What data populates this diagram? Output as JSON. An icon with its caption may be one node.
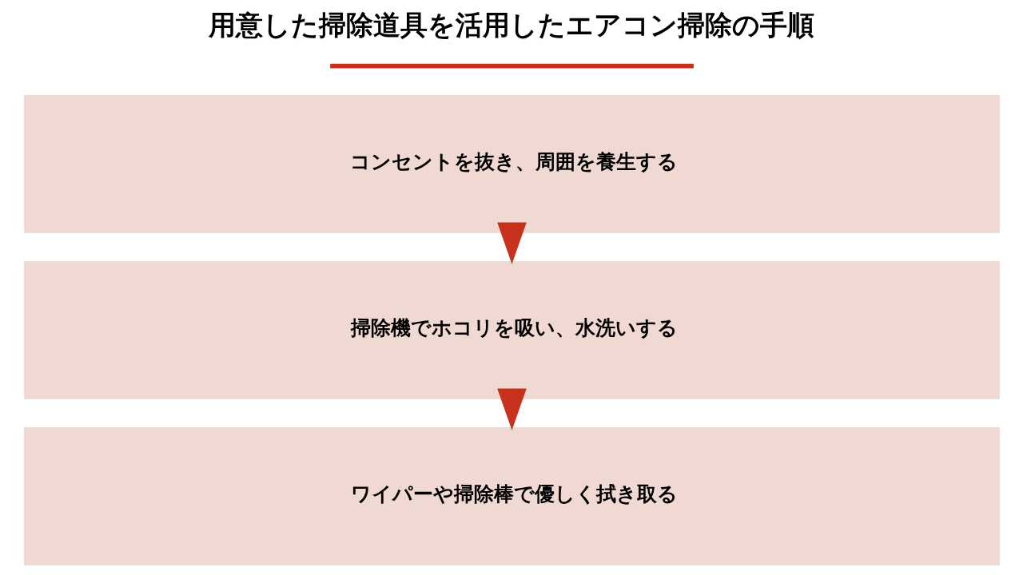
{
  "diagram": {
    "title": "用意した掃除道具を活用したエアコン掃除の手順",
    "nodes": [
      {
        "text": [
          "コンセントを抜き、周囲を養生する"
        ]
      },
      {
        "text": [
          "掃除機でホコリを吸い、水洗いする"
        ]
      },
      {
        "text": [
          "ワイパーや掃除棒で優しく拭き取る"
        ]
      }
    ],
    "edges": [
      {
        "from": 0,
        "to": 1,
        "arrow": "to"
      },
      {
        "from": 1,
        "to": 2,
        "arrow": "to"
      }
    ]
  }
}
